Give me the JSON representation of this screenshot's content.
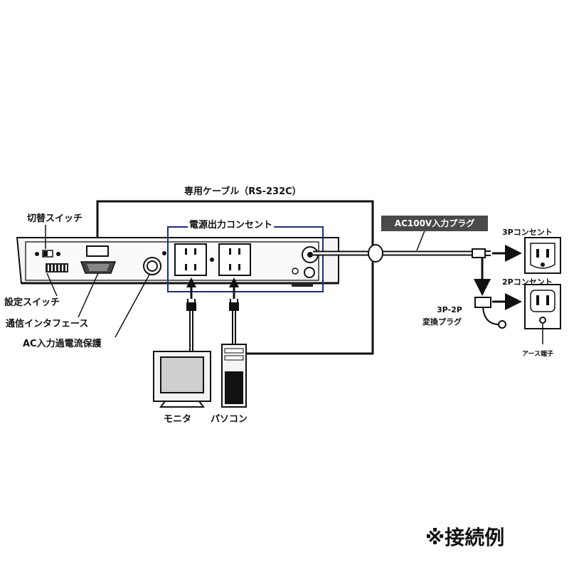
{
  "labels": {
    "cable": "専用ケーブル（RS-232C）",
    "switch_toggle": "切替スイッチ",
    "outlets_group": "電源出力コンセント",
    "ac_plug": "AC100V入力プラグ",
    "outlet_3p": "3Pコンセント",
    "outlet_2p": "2Pコンセント",
    "setting_switch": "設定スイッチ",
    "comm_interface": "通信インタフェース",
    "ac_protection": "AC入力過電流保護",
    "adapter_line1": "3P-2P",
    "adapter_line2": "変換プラグ",
    "earth_terminal": "アース端子",
    "monitor": "モニタ",
    "pc": "パソコン",
    "footnote": "※接続例"
  }
}
